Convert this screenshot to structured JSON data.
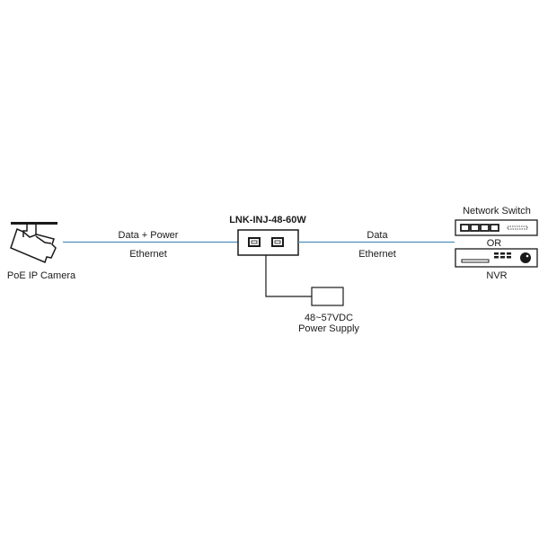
{
  "diagram": {
    "type": "PoE injector connection diagram",
    "camera": {
      "label": "PoE IP Camera",
      "icon": "security-camera-icon"
    },
    "link_left": {
      "top_label": "Data + Power",
      "bottom_label": "Ethernet",
      "color": "#4a8fc0"
    },
    "injector": {
      "model": "LNK-INJ-48-60W",
      "ports": 2,
      "icon": "rj45-port-icon"
    },
    "power_supply": {
      "line1": "48~57VDC",
      "line2": "Power Supply"
    },
    "link_right": {
      "top_label": "Data",
      "bottom_label": "Ethernet",
      "color": "#4a8fc0"
    },
    "destination": {
      "switch_label": "Network Switch",
      "switch_ports": 4,
      "or_label": "OR",
      "nvr_label": "NVR"
    }
  }
}
